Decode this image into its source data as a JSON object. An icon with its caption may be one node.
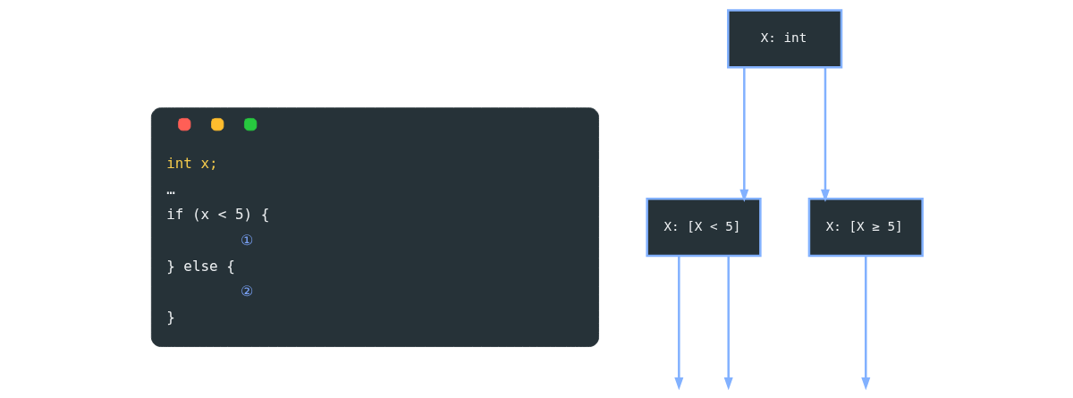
{
  "diagram": {
    "nodes": [
      {
        "text": [
          "int x;",
          "…",
          "if (x < 5) {",
          "①",
          "} else {",
          "②",
          "}"
        ]
      },
      {
        "text": [
          "X: int"
        ]
      },
      {
        "text": [
          "X: [X < 5]"
        ]
      },
      {
        "text": [
          "X: [X ≥ 5]"
        ]
      }
    ],
    "edges": [
      {
        "from": 1,
        "to": 2,
        "arrow": "to"
      },
      {
        "from": 1,
        "to": 3,
        "arrow": "to"
      },
      {
        "from": 2,
        "to": null,
        "arrow": "to"
      },
      {
        "from": 2,
        "to": null,
        "arrow": "to"
      },
      {
        "from": 3,
        "to": null,
        "arrow": "to"
      }
    ]
  }
}
